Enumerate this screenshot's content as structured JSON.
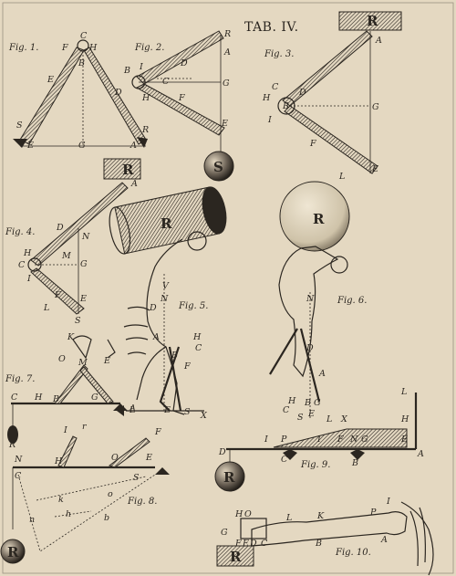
{
  "plate_title": "TAB. IV.",
  "figures": {
    "fig1": {
      "caption": "Fig. 1.",
      "letters": {
        "C": "C",
        "F": "F",
        "H": "H",
        "B": "B",
        "E": "E",
        "D": "D",
        "S": "S",
        "G": "G",
        "A": "A",
        "R": "R"
      }
    },
    "fig2": {
      "caption": "Fig. 2.",
      "letters": {
        "B": "B",
        "I": "I",
        "D": "D",
        "G": "G",
        "A": "A",
        "R": "R",
        "C": "C",
        "H": "H",
        "F": "F",
        "E": "E"
      },
      "weight": "S"
    },
    "fig3": {
      "caption": "Fig. 3.",
      "weight": "R",
      "letters": {
        "A": "A",
        "C": "C",
        "H": "H",
        "B": "B",
        "D": "D",
        "G": "G",
        "I": "I",
        "F": "F",
        "L": "L",
        "E": "E"
      }
    },
    "fig4": {
      "caption": "Fig. 4.",
      "weight": "R",
      "letters": {
        "A": "A",
        "D": "D",
        "N": "N",
        "H": "H",
        "C": "C",
        "M": "M",
        "G": "G",
        "I": "I",
        "F": "F",
        "E": "E",
        "L": "L",
        "S": "S"
      }
    },
    "fig5": {
      "caption": "Fig. 5.",
      "weight": "R",
      "letters": {
        "V": "V",
        "N": "N",
        "D": "D",
        "A": "A",
        "B": "B",
        "H": "H",
        "C": "C",
        "F": "F",
        "E": "E",
        "L": "L",
        "S": "S",
        "X": "X"
      }
    },
    "fig6": {
      "caption": "Fig. 6.",
      "weight": "R",
      "letters": {
        "N": "N",
        "D": "D",
        "A": "A",
        "H": "H",
        "C": "C",
        "B": "B",
        "G": "G",
        "E": "E",
        "S": "S",
        "L": "L",
        "X": "X"
      }
    },
    "fig7": {
      "caption": "Fig. 7.",
      "letters": {
        "K": "K",
        "O": "O",
        "M": "M",
        "E": "E",
        "C": "C",
        "H": "H",
        "B": "B",
        "G": "G",
        "A": "A",
        "r": "r",
        "R": "R",
        "I": "I",
        "F": "F",
        "N": "N",
        "S": "S"
      }
    },
    "fig8": {
      "caption": "Fig. 8.",
      "weight": "R",
      "letters": {
        "C": "C",
        "k": "k",
        "n": "n",
        "h": "h",
        "o": "o",
        "b": "b"
      }
    },
    "fig9": {
      "caption": "Fig. 9.",
      "weight": "R",
      "letters": {
        "L": "L",
        "H": "H",
        "E": "E",
        "A": "A",
        "I": "I",
        "P": "P",
        "F": "F",
        "N": "N",
        "G": "G",
        "C": "C",
        "B": "B",
        "D": "D"
      }
    },
    "fig10": {
      "caption": "Fig. 10.",
      "weight": "R",
      "letters": {
        "H": "H",
        "O": "O",
        "G": "G",
        "F": "F",
        "E": "E",
        "D": "D",
        "C": "C",
        "L": "L",
        "K": "K",
        "P": "P",
        "I": "I",
        "B": "B",
        "A": "A"
      }
    }
  }
}
